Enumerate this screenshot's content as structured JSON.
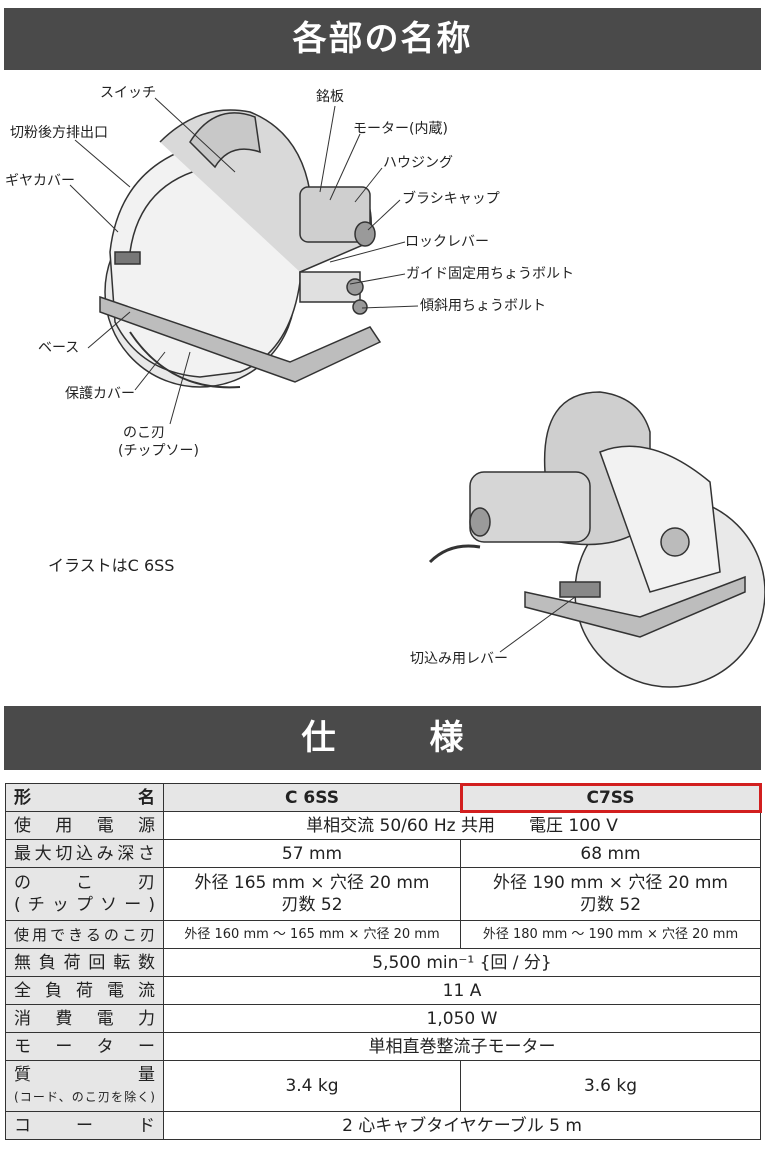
{
  "parts_title": "各部の名称",
  "spec_title": "仕　様",
  "labels": {
    "switch": "スイッチ",
    "nameplate": "銘板",
    "motor": "モーター(内蔵)",
    "housing": "ハウジング",
    "brush_cap": "ブラシキャップ",
    "lock_lever": "ロックレバー",
    "guide_bolt": "ガイド固定用ちょうボルト",
    "tilt_bolt": "傾斜用ちょうボルト",
    "dust_outlet": "切粉後方排出口",
    "gear_cover": "ギヤカバー",
    "base": "ベース",
    "guard": "保護カバー",
    "blade_line1": "のこ刃",
    "blade_line2": "(チップソー)",
    "illust_note": "イラストはC 6SS",
    "depth_lever": "切込み用レバー"
  },
  "table": {
    "header": {
      "label": "形　　名",
      "c6": "C 6SS",
      "c7": "C7SS"
    },
    "power": {
      "label": "使用電源",
      "value": "単相交流 50/60 Hz 共用　　電圧 100 V"
    },
    "depth": {
      "label": "最大切込み深さ",
      "c6": "57 mm",
      "c7": "68 mm"
    },
    "blade": {
      "label1": "の　こ　刃",
      "label2": "(チップソー)",
      "c6_line1": "外径 165 mm × 穴径 20 mm",
      "c6_line2": "刃数 52",
      "c7_line1": "外径 190 mm × 穴径 20 mm",
      "c7_line2": "刃数 52"
    },
    "usable": {
      "label": "使用できるのこ刃",
      "c6": "外径 160 mm ～ 165 mm × 穴径 20 mm",
      "c7": "外径 180 mm ～ 190 mm × 穴径 20 mm"
    },
    "rpm": {
      "label": "無負荷回転数",
      "value": "5,500 min⁻¹ {回 / 分}"
    },
    "current": {
      "label": "全負荷電流",
      "value": "11 A"
    },
    "power_consumption": {
      "label": "消費電力",
      "value": "1,050 W"
    },
    "motor": {
      "label": "モーター",
      "value": "単相直巻整流子モーター"
    },
    "mass": {
      "label1": "質　　量",
      "label2": "(コード、のこ刃を除く)",
      "c6": "3.4 kg",
      "c7": "3.6 kg"
    },
    "cord": {
      "label": "コード",
      "value": "2 心キャブタイヤケーブル 5 m"
    }
  }
}
